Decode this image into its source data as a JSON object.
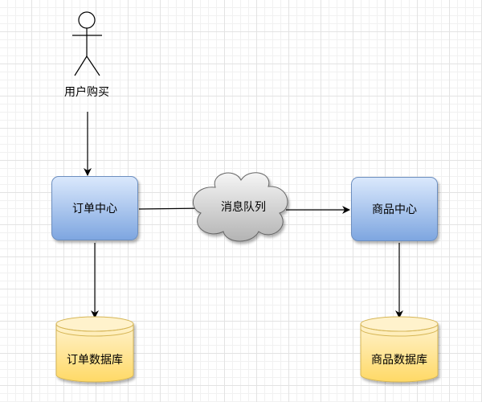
{
  "diagram": {
    "actor": {
      "label": "用户购买"
    },
    "nodes": {
      "order_center": {
        "label": "订单中心"
      },
      "message_queue": {
        "label": "消息队列"
      },
      "product_center": {
        "label": "商品中心"
      },
      "order_db": {
        "label": "订单数据库"
      },
      "product_db": {
        "label": "商品数据库"
      }
    }
  }
}
